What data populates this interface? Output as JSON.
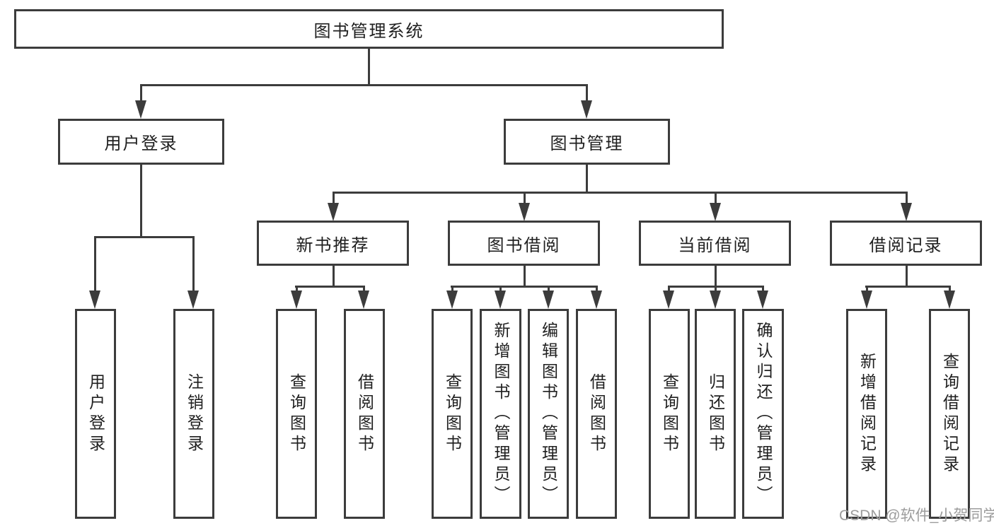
{
  "diagram_type": "functional-structure-tree",
  "colors": {
    "line": "#3c3c3c",
    "text": "#1f1f1f",
    "watermark": "#9c9c9c",
    "background": "#ffffff"
  },
  "tree": {
    "root": "图书管理系统",
    "login": {
      "label": "用户登录",
      "children": [
        "用户登录",
        "注销登录"
      ]
    },
    "manage": {
      "label": "图书管理",
      "sections": [
        {
          "label": "新书推荐",
          "children": [
            "查询图书",
            "借阅图书"
          ]
        },
        {
          "label": "图书借阅",
          "children": [
            "查询图书",
            "新增图书（管理员）",
            "编辑图书（管理员）",
            "借阅图书"
          ]
        },
        {
          "label": "当前借阅",
          "children": [
            "查询图书",
            "归还图书",
            "确认归还（管理员）"
          ]
        },
        {
          "label": "借阅记录",
          "children": [
            "新增借阅记录",
            "查询借阅记录"
          ]
        }
      ]
    }
  },
  "watermark": "CSDN @软件_小贺同学"
}
